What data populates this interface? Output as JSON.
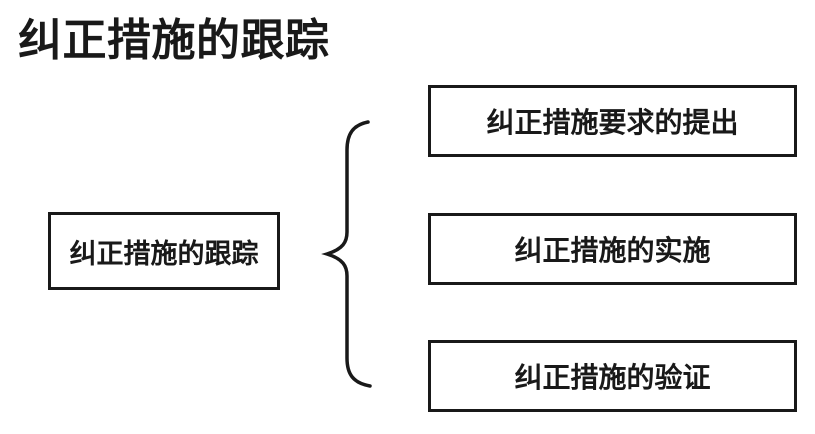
{
  "page": {
    "heading": "纠正措施的跟踪",
    "background_color": "#ffffff",
    "ink_color": "#191919"
  },
  "diagram": {
    "root": {
      "label": "纠正措施的跟踪"
    },
    "brace_glyph": "{",
    "branches": [
      {
        "label": "纠正措施要求的提出"
      },
      {
        "label": "纠正措施的实施"
      },
      {
        "label": "纠正措施的验证"
      }
    ]
  }
}
